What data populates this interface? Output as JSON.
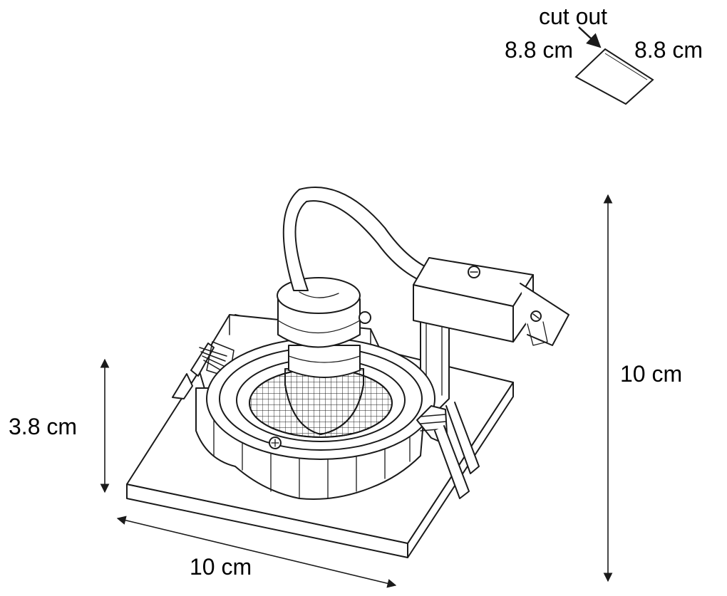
{
  "labels": {
    "cutout_title": "cut out",
    "cutout_width": "8.8 cm",
    "cutout_depth": "8.8 cm",
    "height_total": "10 cm",
    "height_body": "3.8 cm",
    "width_base": "10 cm"
  },
  "colors": {
    "line": "#1a1a1a",
    "fill": "#ffffff",
    "background": "#ffffff"
  }
}
